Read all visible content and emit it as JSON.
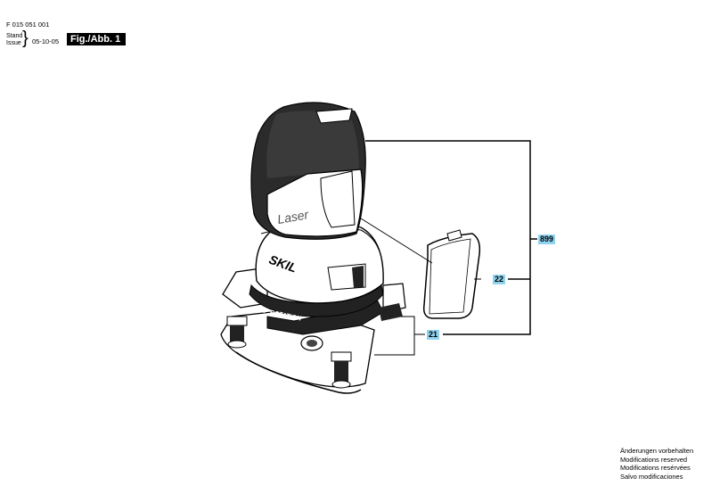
{
  "header": {
    "doc_number": "F 015 051 001",
    "stand_label": "Stand",
    "issue_label": "Issue",
    "date": "05-10-05",
    "figure_label": "Fig./Abb. 1"
  },
  "product_marks": {
    "housing_text": "Laser",
    "brand": "SKIL",
    "base_text": "360° ROTATION"
  },
  "callouts": {
    "assembly": "899",
    "cover": "22",
    "feet": "21"
  },
  "footer_notes": [
    "Änderungen vorbehalten",
    "Modifications reserved",
    "Modifications resérvées",
    "Salvo modificaciones"
  ],
  "colors": {
    "callout_bg": "#8fd3f0",
    "line": "#000000",
    "housing_dark": "#2b2b2b"
  }
}
